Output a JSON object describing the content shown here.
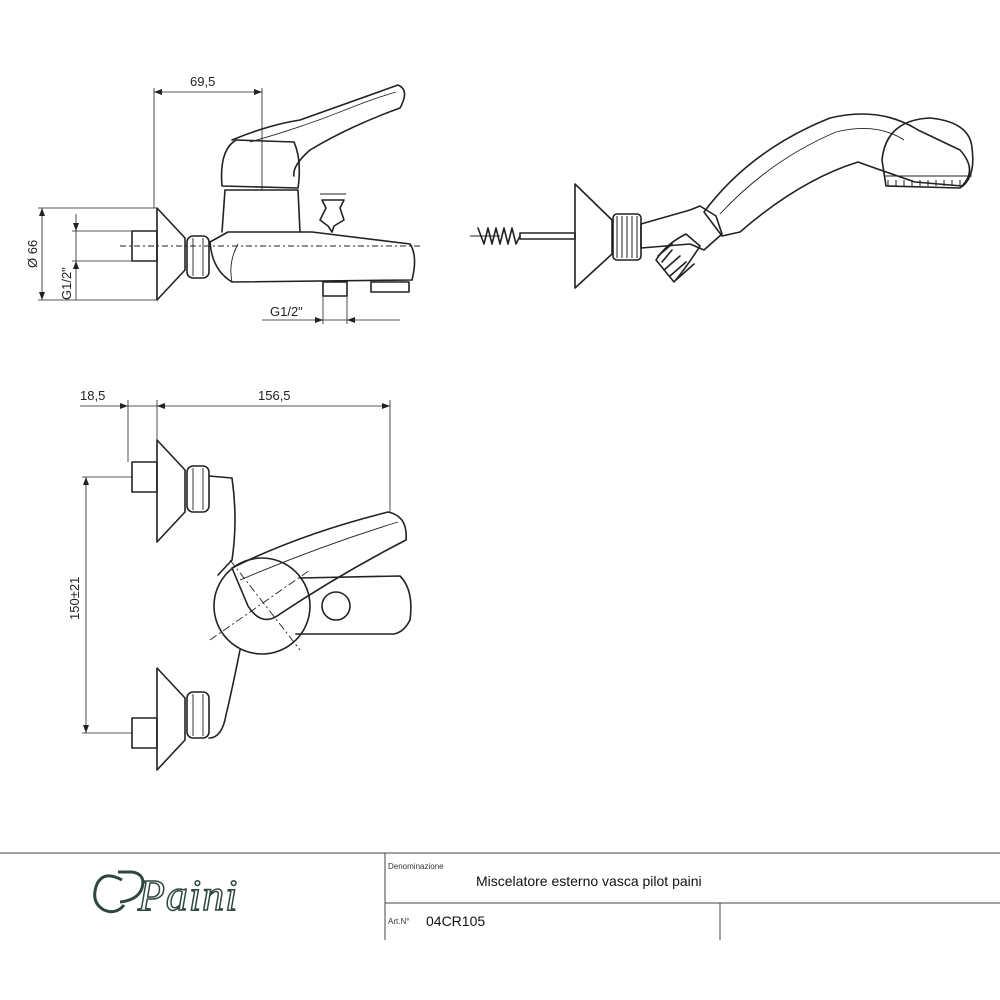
{
  "dimensions": {
    "top_width": "69,5",
    "body_diameter": "Ø 66",
    "inlet_thread": "G1/2\"",
    "outlet_thread": "G1/2\"",
    "offset": "18,5",
    "depth": "156,5",
    "center_distance": "150±21"
  },
  "title_block": {
    "logo_text": "Paini",
    "designation_label": "Denominazione",
    "designation_value": "Miscelatore esterno vasca pilot paini",
    "article_label": "Art.N°",
    "article_value": "04CR105"
  },
  "colors": {
    "line": "#222222",
    "logo": "#2e4840"
  }
}
